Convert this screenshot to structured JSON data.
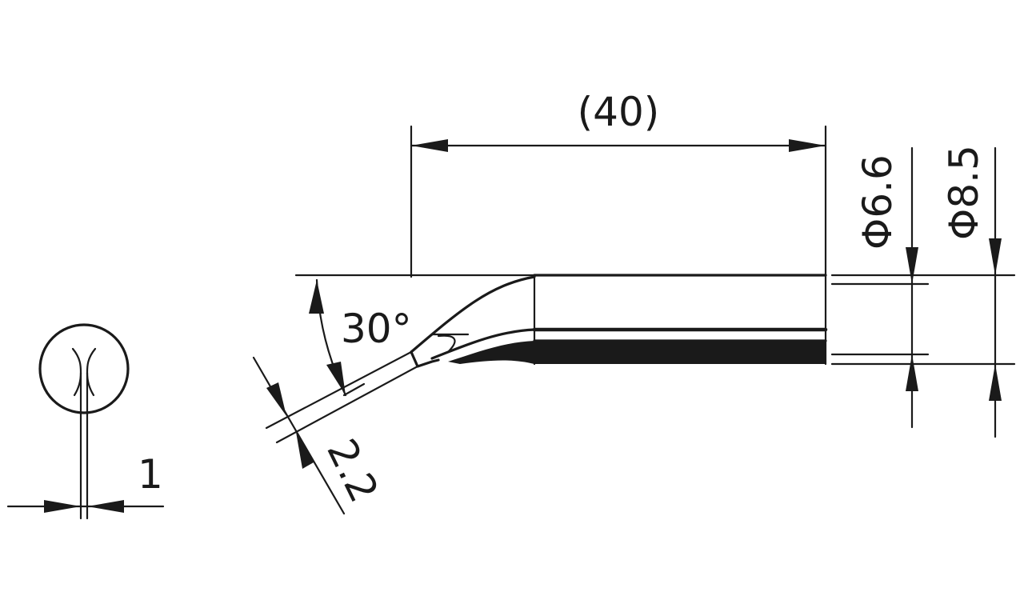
{
  "drawing": {
    "length_label": "(40)",
    "angle_label": "30°",
    "diameter_inner_label": "Φ6.6",
    "diameter_outer_label": "Φ8.5",
    "tip_thickness_label": "2.2",
    "tip_width_label": "1"
  }
}
